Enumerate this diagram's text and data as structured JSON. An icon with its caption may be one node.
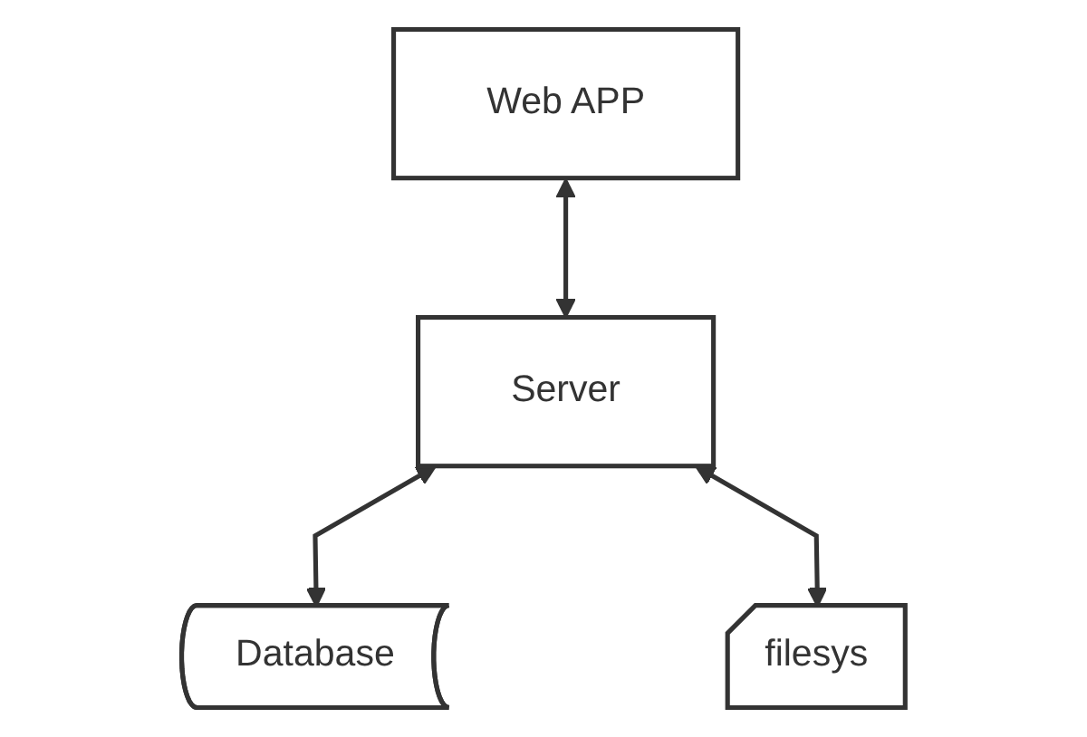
{
  "diagram": {
    "nodes": [
      {
        "text": [
          "Web APP"
        ]
      },
      {
        "text": [
          "Server"
        ]
      },
      {
        "text": [
          "Database"
        ]
      },
      {
        "text": [
          "filesys"
        ]
      }
    ],
    "edges": [
      {
        "from": 0,
        "to": 1,
        "arrow": "both"
      },
      {
        "from": 1,
        "to": 2,
        "arrow": "both"
      },
      {
        "from": 1,
        "to": 3,
        "arrow": "both"
      }
    ]
  }
}
